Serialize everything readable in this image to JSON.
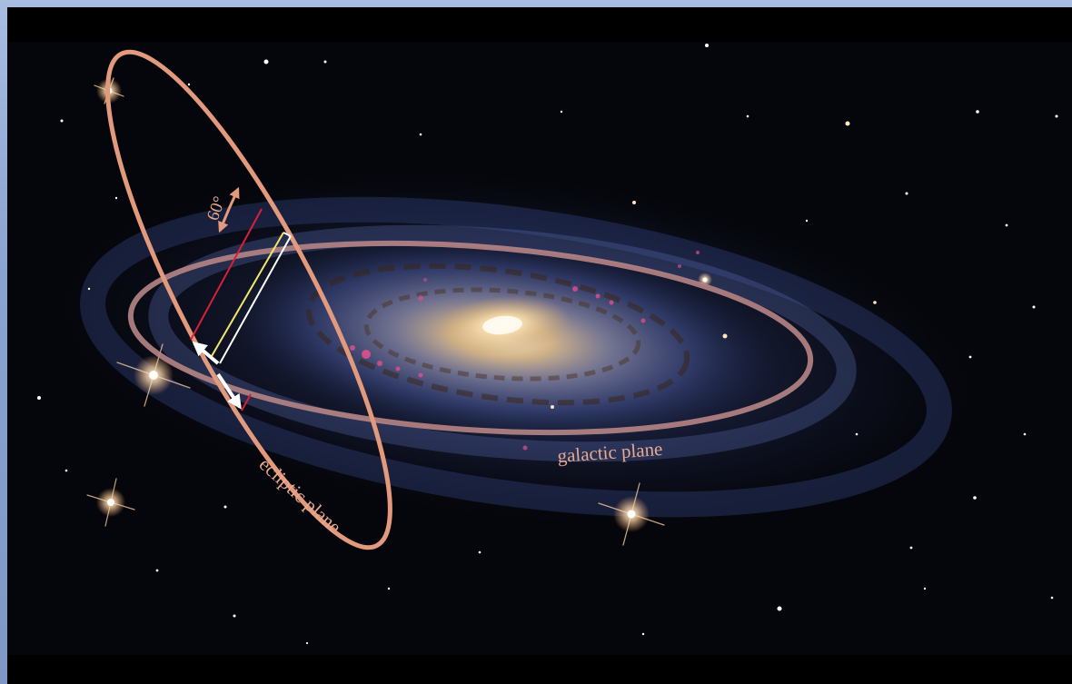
{
  "scene": {
    "labels": {
      "galactic_plane": "galactic plane",
      "ecliptic_plane": "ecliptic plane",
      "angle": "60°"
    },
    "colors": {
      "outer_frame": "#7f97c4",
      "sky": "#05060b",
      "ecliptic_ring": "#e39a7c",
      "galactic_ring": "#b68585",
      "label": "#e9a98e",
      "red_line": "#d8203a",
      "yellow_line": "#f2e66a",
      "white_line": "#ffffff",
      "galaxy_core": "#f3dcb0",
      "galaxy_arm": "#5d6fae",
      "star_forming_region": "#e04f8d"
    },
    "icons": {
      "angle_marker": "double-arrow-icon",
      "direction_arrows": "arrow-icon"
    }
  }
}
